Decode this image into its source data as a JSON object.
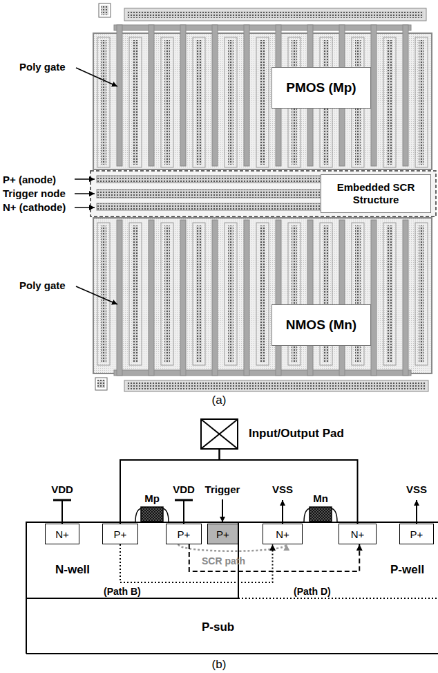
{
  "diagram": {
    "nodes": [
      {
        "text": [
          "PMOS (Mp)"
        ]
      },
      {
        "text": [
          "Embedded SCR Structure"
        ]
      },
      {
        "text": [
          "NMOS (Mn)"
        ]
      },
      {
        "text": [
          "Input/Output Pad"
        ]
      },
      {
        "text": [
          "N-well"
        ]
      },
      {
        "text": [
          "P-well"
        ]
      },
      {
        "text": [
          "P-sub"
        ]
      },
      {
        "text": [
          "N+"
        ],
        "in": 4
      },
      {
        "text": [
          "P+"
        ],
        "in": 4
      },
      {
        "text": [
          "P+"
        ],
        "in": 4
      },
      {
        "text": [
          "P+"
        ],
        "in": 4
      },
      {
        "text": [
          "N+"
        ],
        "in": 5
      },
      {
        "text": [
          "N+"
        ],
        "in": 5
      },
      {
        "text": [
          "P+"
        ],
        "in": 5
      }
    ],
    "edges": [
      {
        "from": 3,
        "to": 8,
        "arrow": "none"
      },
      {
        "from": 3,
        "to": 12,
        "arrow": "none"
      },
      {
        "from": 9,
        "to": 11,
        "arrow": "to",
        "label": "SCR path"
      },
      {
        "from": 8,
        "to": 11,
        "arrow": "to",
        "label": "(Path B)"
      },
      {
        "from": 9,
        "to": 12,
        "arrow": "to",
        "label": "(Path D)"
      }
    ],
    "labels": [
      "Poly gate",
      "P+ (anode)",
      "Trigger node",
      "N+ (cathode)",
      "Poly gate",
      "(a)",
      "VDD",
      "Mp",
      "VDD",
      "Trigger",
      "VSS",
      "Mn",
      "VSS",
      "(b)"
    ]
  }
}
